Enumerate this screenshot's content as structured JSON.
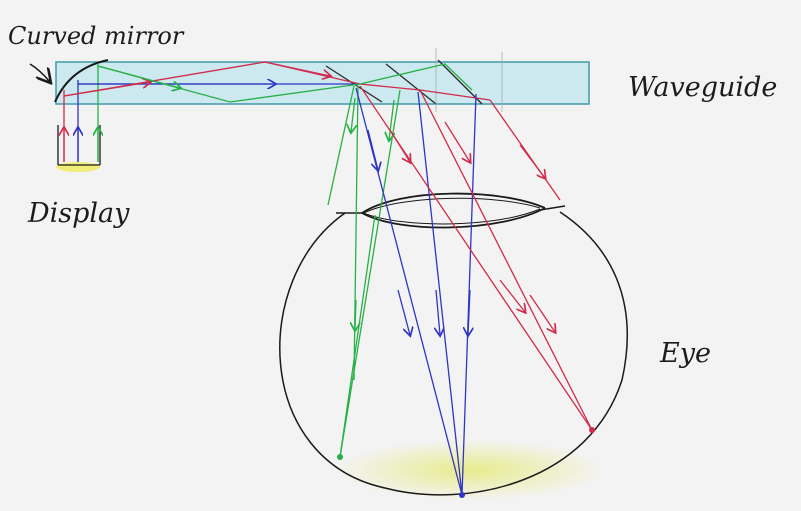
{
  "labels": {
    "curved_mirror": "Curved mirror",
    "waveguide": "Waveguide",
    "display": "Display",
    "eye": "Eye"
  },
  "colors": {
    "background": "#f3f3f3",
    "waveguide_fill": "#bfe6ee",
    "waveguide_edge": "#4a9fb0",
    "ray_red": "#d22b4a",
    "ray_green": "#27b046",
    "ray_blue": "#2f35c4",
    "outline": "#1a1a1a",
    "retina_glow": "#e6ea7a",
    "display_glow": "#f0ec6a"
  }
}
